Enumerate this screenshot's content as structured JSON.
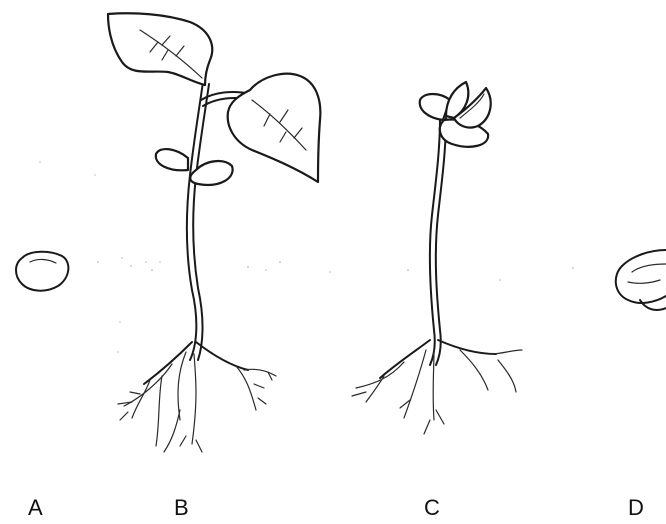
{
  "labels": {
    "a": "A",
    "b": "B",
    "c": "C",
    "d": "D"
  },
  "colors": {
    "ink": "#1a1a1a",
    "background": "#ffffff",
    "soil_speck": "#b8b8b8"
  }
}
